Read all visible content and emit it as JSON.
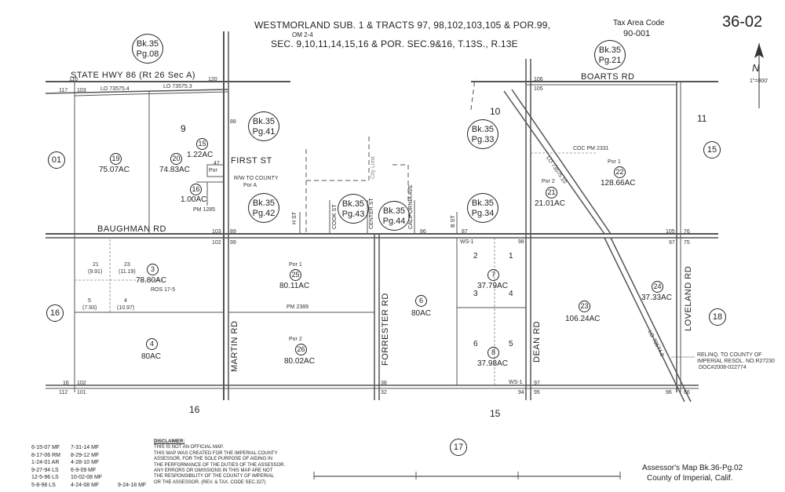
{
  "header": {
    "title": "WESTMORLAND SUB. 1 & TRACTS 97, 98,102,103,105 & POR.99,",
    "om": "OM 2-4",
    "subtitle": "SEC. 9,10,11,14,15,16 & POR. SEC.9&16, T.13S., R.13E",
    "tax_area_label": "Tax Area Code",
    "tax_area_code": "90-001",
    "map_number": "36-02",
    "north_label": "N",
    "scale_label": "1\"=800'"
  },
  "roads": {
    "state_hwy": "STATE HWY 86 (Rt 26 Sec A)",
    "boarts": "BOARTS RD",
    "baughman": "BAUGHMAN RD",
    "first_st": "FIRST ST",
    "martin": "MARTIN RD",
    "forrester": "FORRESTER RD",
    "dean": "DEAN RD",
    "loveland": "LOVELAND RD",
    "h_st": "H ST",
    "cook_st": "COOK ST",
    "center_st": "CENTER ST",
    "california_ave": "CALIFORNIA AVE",
    "b_st": "B ST",
    "city_limit": "City Limit"
  },
  "book_refs": [
    {
      "id": "b3508",
      "bk": "Bk.35",
      "pg": "Pg.08"
    },
    {
      "id": "b3521",
      "bk": "Bk.35",
      "pg": "Pg.21"
    },
    {
      "id": "b3541",
      "bk": "Bk.35",
      "pg": "Pg.41"
    },
    {
      "id": "b3533",
      "bk": "Bk.35",
      "pg": "Pg.33"
    },
    {
      "id": "b3542",
      "bk": "Bk.35",
      "pg": "Pg.42"
    },
    {
      "id": "b3543",
      "bk": "Bk.35",
      "pg": "Pg.43"
    },
    {
      "id": "b3544",
      "bk": "Bk.35",
      "pg": "Pg.44"
    },
    {
      "id": "b3534",
      "bk": "Bk.35",
      "pg": "Pg.34"
    }
  ],
  "sections": {
    "s01": "01",
    "s15a": "15",
    "s16a": "16",
    "s18": "18",
    "s17": "17"
  },
  "section_plain": {
    "s9": "9",
    "s10": "10",
    "s11": "11",
    "s16b": "16",
    "s15b": "15"
  },
  "parcels": [
    {
      "id": "p19",
      "num": "19",
      "acres": "75.07AC"
    },
    {
      "id": "p20",
      "num": "20",
      "acres": "74.83AC"
    },
    {
      "id": "p15",
      "num": "15",
      "acres": "1.22AC"
    },
    {
      "id": "p16",
      "num": "16",
      "acres": "1.00AC"
    },
    {
      "id": "p22",
      "num": "22",
      "acres": "128.66AC"
    },
    {
      "id": "p21",
      "num": "21",
      "acres": "21.01AC"
    },
    {
      "id": "p3",
      "num": "3",
      "acres": "78.80AC"
    },
    {
      "id": "p25",
      "num": "25",
      "acres": "80.11AC"
    },
    {
      "id": "p6",
      "num": "6",
      "acres": "80AC"
    },
    {
      "id": "p7",
      "num": "7",
      "acres": "37.79AC"
    },
    {
      "id": "p23",
      "num": "23",
      "acres": "106.24AC"
    },
    {
      "id": "p24",
      "num": "24",
      "acres": "37.33AC"
    },
    {
      "id": "p4",
      "num": "4",
      "acres": "80AC"
    },
    {
      "id": "p26",
      "num": "26",
      "acres": "80.02AC"
    },
    {
      "id": "p8",
      "num": "8",
      "acres": "37.98AC"
    }
  ],
  "notes": {
    "lo1": "LO 73575.4",
    "lo2": "LO 73575.3",
    "coc": "COC  PM 2331",
    "por1": "Por 1",
    "por2": "Por 2",
    "por1b": "Por 1",
    "por2b": "Por 2",
    "por_small": "Por",
    "rw": "R/W TO COUNTY",
    "rw_por": "Por A",
    "pm1285": "PM 1285",
    "pm2389": "PM 2389",
    "ros": "ROS 17-5",
    "ws1a": "WS-1",
    "ws1b": "WS-1",
    "relinq1": "RELINQ. TO COUNTY OF",
    "relinq2": "IMPERIAL RESOL. NO.R27230",
    "relinq3": "DOC#2008-022774",
    "lo_diag1": "LO 73575.10",
    "lo_diag2": "LO 73574.8",
    "sub21": "21",
    "sub21v": "(9.91)",
    "sub23": "23",
    "sub23v": "(11.19)",
    "sub5": "5",
    "sub5v": "(7.93)",
    "sub4": "4",
    "sub4v": "(10.97)",
    "lot2": "2",
    "lot1": "1",
    "lot3": "3",
    "lot4": "4",
    "lot6": "6",
    "lot5": "5",
    "n116": "116",
    "n117": "117",
    "n103": "103",
    "n120": "120",
    "n88": "88",
    "n47": "47",
    "n103b": "103",
    "n89": "89",
    "n102": "102",
    "n99": "99",
    "n106": "106",
    "n105": "105",
    "n86": "86",
    "n87": "87",
    "n98": "98",
    "n105b": "105",
    "n76": "76",
    "n97": "97",
    "n75": "75",
    "n16": "16",
    "n102b": "102",
    "n112": "112",
    "n101": "101",
    "n38": "38",
    "n32": "32",
    "n97b": "97",
    "n94": "94",
    "n95": "95",
    "n96": "96",
    "n66": "66"
  },
  "history": [
    "6-15-07 MF",
    "7-31-14 MF",
    "",
    "8-17-06 RM",
    "8-29-12 MF",
    "",
    "1-24-01 AR",
    "4-28-10 MF",
    "",
    "9-27-94 LS",
    "6-9-09 MF",
    "",
    "12-5-96 LS",
    "10-02-08 MF",
    "",
    "5-8-98 LS",
    "4-24-08 MF",
    "9-24-18 MF"
  ],
  "disclaimer": {
    "heading": "DISCLAIMER:",
    "lines": [
      "THIS IS NOT AN OFFICIAL MAP.",
      "THIS MAP WAS CREATED FOR THE IMPERIAL COUNTY",
      "ASSESSOR, FOR THE SOLE PURPOSE OF AIDING IN",
      "THE PERFORMANCE OF THE DUTIES OF THE ASSESSOR.",
      "ANY ERRORS OR OMISSIONS IN THIS MAP ARE NOT",
      "THE RESPONSIBILITY OF THE COUNTY OF IMPERIAL",
      "OR THE ASSESSOR. (REV. & TAX. CODE SEC.327)"
    ]
  },
  "footer": {
    "map_ref": "Assessor's Map Bk.36-Pg.02",
    "county": "County of Imperial, Calif."
  }
}
